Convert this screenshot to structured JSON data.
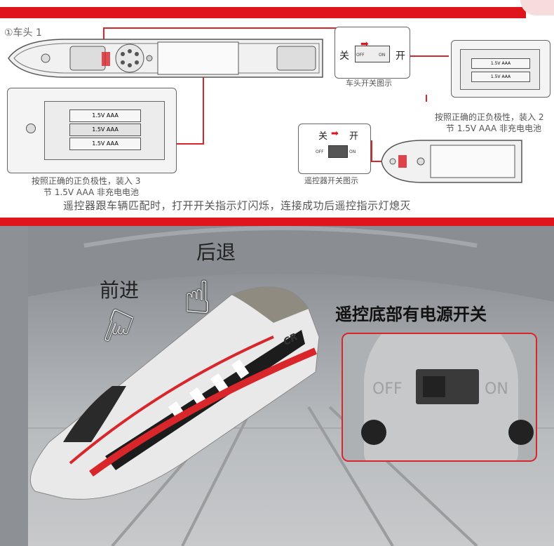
{
  "diagram": {
    "section_label": "①车头 1",
    "head_switch_caption": "车头开关图示",
    "switch_off_label": "关",
    "switch_on_label": "开",
    "switch_off_small": "OFF",
    "switch_on_small": "ON",
    "remote_switch_caption": "遥控器开关图示",
    "battery_note_left_line1": "按照正确的正负极性，装入 3",
    "battery_note_left_line2": "节 1.5V AAA 非充电电池",
    "battery_note_right_line1": "按照正确的正负极性，装入 2",
    "battery_note_right_line2": "节 1.5V AAA 非充电电池",
    "battery_label": "1.5V AAA",
    "pairing_instruction": "遥控器跟车辆匹配时，打开开关指示灯闪烁，连接成功后遥控指示灯熄灭"
  },
  "photo": {
    "backward_label": "后退",
    "forward_label": "前进",
    "power_switch_heading": "遥控底部有电源开关",
    "inset_off": "OFF",
    "inset_on": "ON",
    "train_logo": "CR"
  },
  "colors": {
    "accent_red": "#e0151c",
    "line_red": "#d9262b"
  }
}
